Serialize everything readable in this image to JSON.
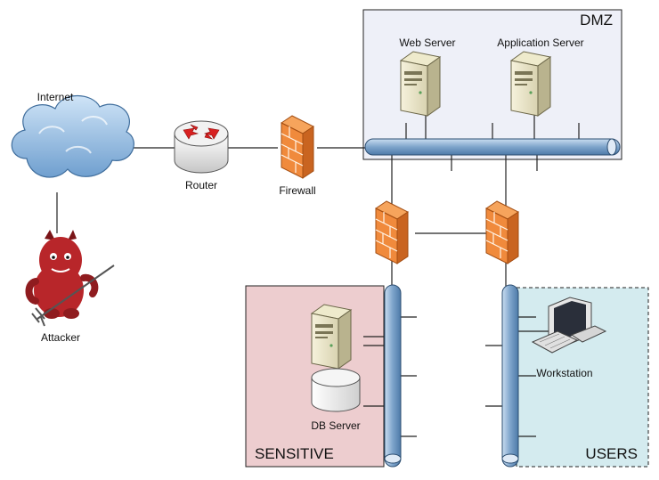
{
  "zones": {
    "dmz": "DMZ",
    "sensitive": "SENSITIVE",
    "users": "USERS"
  },
  "nodes": {
    "internet": "Internet",
    "attacker": "Attacker",
    "router": "Router",
    "firewall": "Firewall",
    "web_server": "Web Server",
    "app_server": "Application Server",
    "db_server": "DB Server",
    "workstation": "Workstation"
  },
  "colors": {
    "dmz_fill": "#eef0f8",
    "sensitive_fill": "#edcdcf",
    "users_fill": "#d4ebef",
    "bus": "#7fa3c8",
    "firewall": "#f08a3c",
    "attacker": "#b8262a"
  }
}
